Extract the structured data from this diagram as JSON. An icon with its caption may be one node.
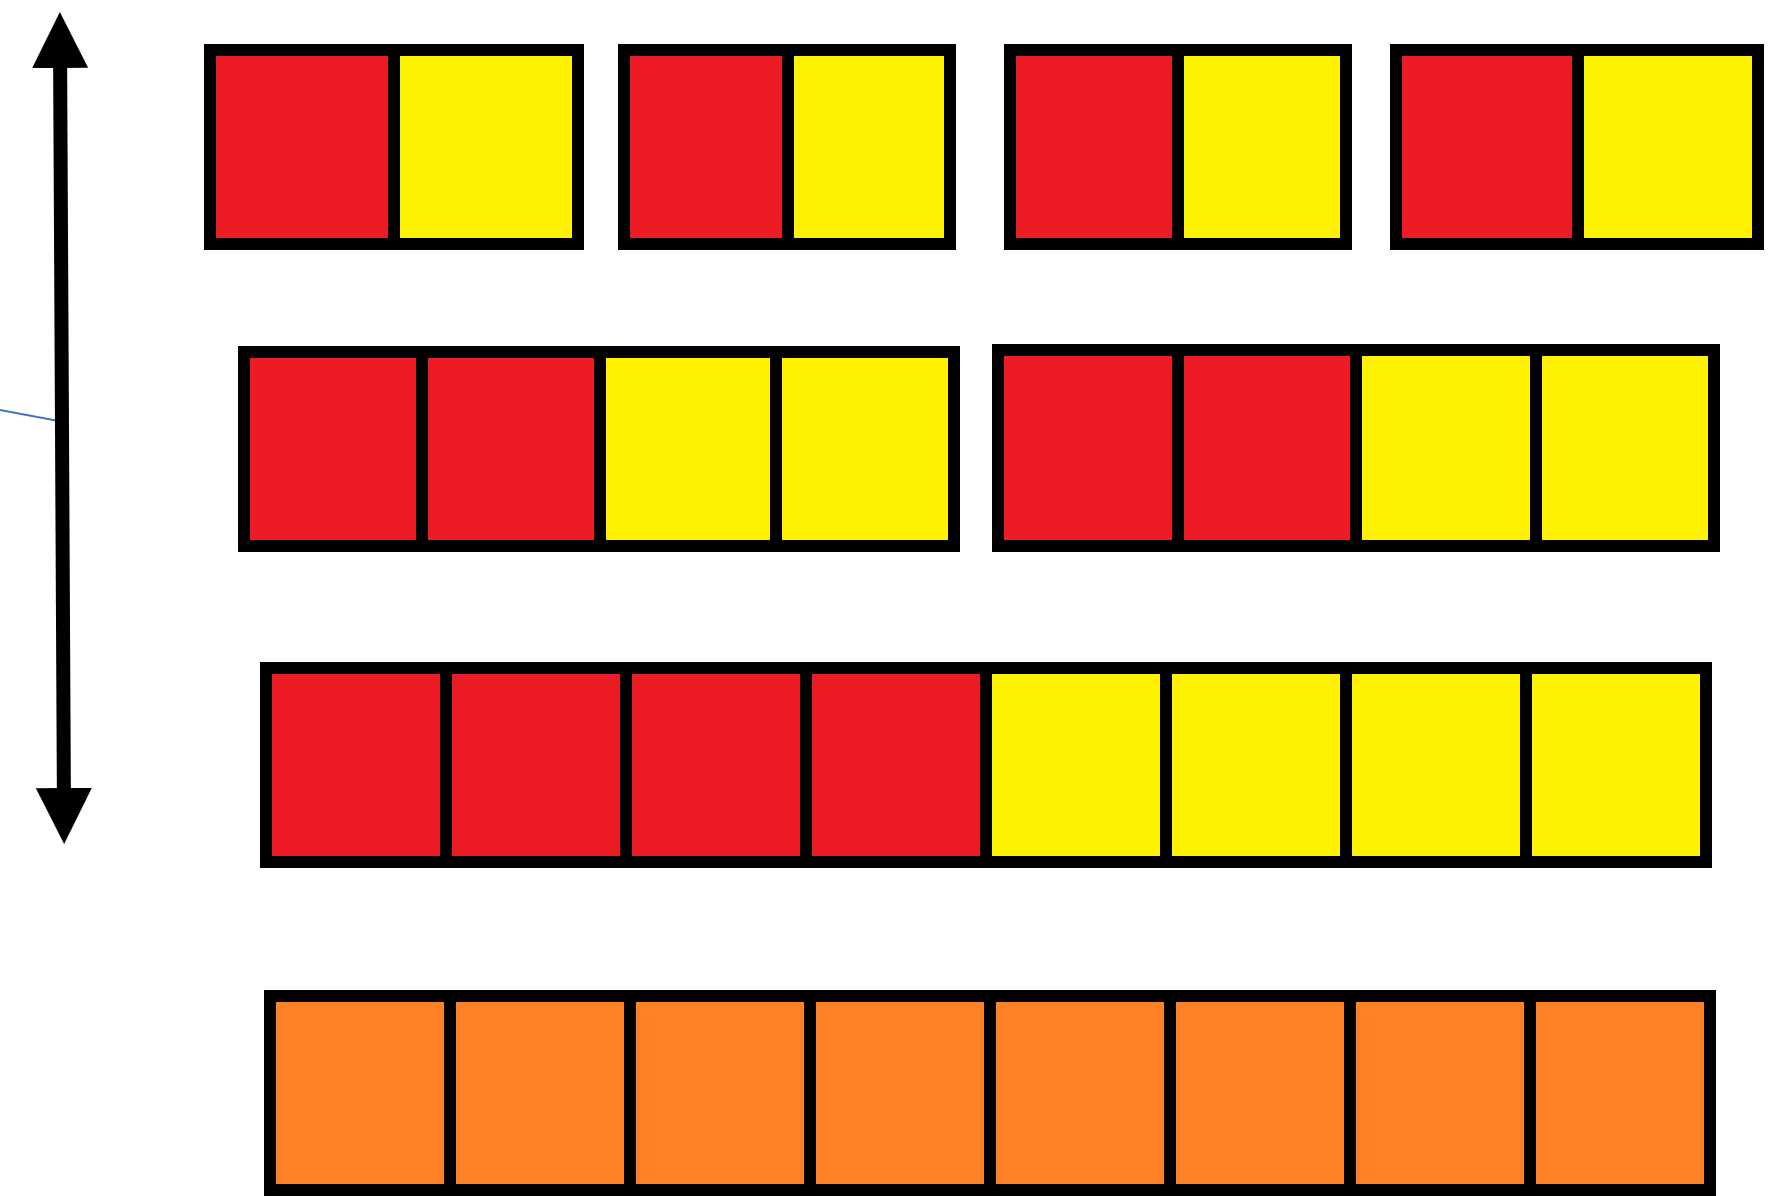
{
  "diagram": {
    "nodes": [
      {
        "text": [],
        "shape": "box"
      },
      {
        "text": [],
        "shape": "box",
        "in": 0
      },
      {
        "text": [],
        "shape": "box",
        "in": 0
      },
      {
        "text": [],
        "shape": "box"
      },
      {
        "text": [],
        "shape": "box",
        "in": 3
      },
      {
        "text": [],
        "shape": "box",
        "in": 3
      },
      {
        "text": [],
        "shape": "box"
      },
      {
        "text": [],
        "shape": "box",
        "in": 6
      },
      {
        "text": [],
        "shape": "box",
        "in": 6
      },
      {
        "text": [],
        "shape": "box"
      },
      {
        "text": [],
        "shape": "box",
        "in": 9
      },
      {
        "text": [],
        "shape": "box",
        "in": 9
      },
      {
        "text": [],
        "shape": "box"
      },
      {
        "text": [],
        "shape": "box",
        "in": 12
      },
      {
        "text": [],
        "shape": "box",
        "in": 12
      },
      {
        "text": [],
        "shape": "box",
        "in": 12
      },
      {
        "text": [],
        "shape": "box",
        "in": 12
      },
      {
        "text": [],
        "shape": "box"
      },
      {
        "text": [],
        "shape": "box",
        "in": 17
      },
      {
        "text": [],
        "shape": "box",
        "in": 17
      },
      {
        "text": [],
        "shape": "box",
        "in": 17
      },
      {
        "text": [],
        "shape": "box",
        "in": 17
      },
      {
        "text": [],
        "shape": "box"
      },
      {
        "text": [],
        "shape": "box",
        "in": 22
      },
      {
        "text": [],
        "shape": "box",
        "in": 22
      },
      {
        "text": [],
        "shape": "box",
        "in": 22
      },
      {
        "text": [],
        "shape": "box",
        "in": 22
      },
      {
        "text": [],
        "shape": "box",
        "in": 22
      },
      {
        "text": [],
        "shape": "box",
        "in": 22
      },
      {
        "text": [],
        "shape": "box",
        "in": 22
      },
      {
        "text": [],
        "shape": "box",
        "in": 22
      },
      {
        "text": [],
        "shape": "box"
      },
      {
        "text": [],
        "shape": "box",
        "in": 31
      },
      {
        "text": [],
        "shape": "box",
        "in": 31
      },
      {
        "text": [],
        "shape": "box",
        "in": 31
      },
      {
        "text": [],
        "shape": "box",
        "in": 31
      },
      {
        "text": [],
        "shape": "box",
        "in": 31
      },
      {
        "text": [],
        "shape": "box",
        "in": 31
      },
      {
        "text": [],
        "shape": "box",
        "in": 31
      },
      {
        "text": [],
        "shape": "box",
        "in": 31
      }
    ]
  }
}
